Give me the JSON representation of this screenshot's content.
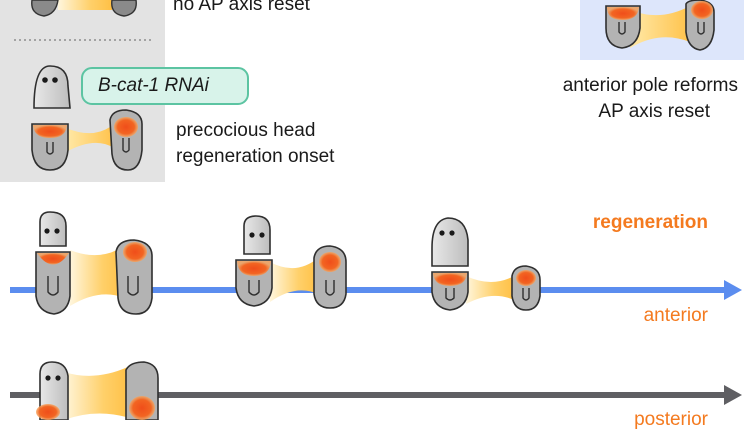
{
  "texts": {
    "no_reset": "no AP axis reset",
    "rnai_badge": "B-cat-1 RNAi",
    "precocious_1": "precocious head",
    "precocious_2": "regeneration onset",
    "reform_1": "anterior pole reforms",
    "reform_2": "AP axis reset",
    "regeneration": "regeneration",
    "anterior": "anterior",
    "posterior": "posterior"
  },
  "colors": {
    "anterior_arrow": "#5b8def",
    "posterior_arrow": "#5f5f63",
    "pole_orange": "#f26522",
    "gradient_yellow": "#ffd36a",
    "label_orange": "#f47a1f",
    "badge_fill": "#d8f3ea",
    "badge_border": "#5cc4a2",
    "left_panel_bg": "#e3e3e3",
    "right_panel_bg": "#dde6fb"
  },
  "icons": [
    "planarian-head-fragment-icon",
    "planarian-trunk-fragment-icon",
    "orange-pole-icon",
    "signal-gradient-icon"
  ]
}
